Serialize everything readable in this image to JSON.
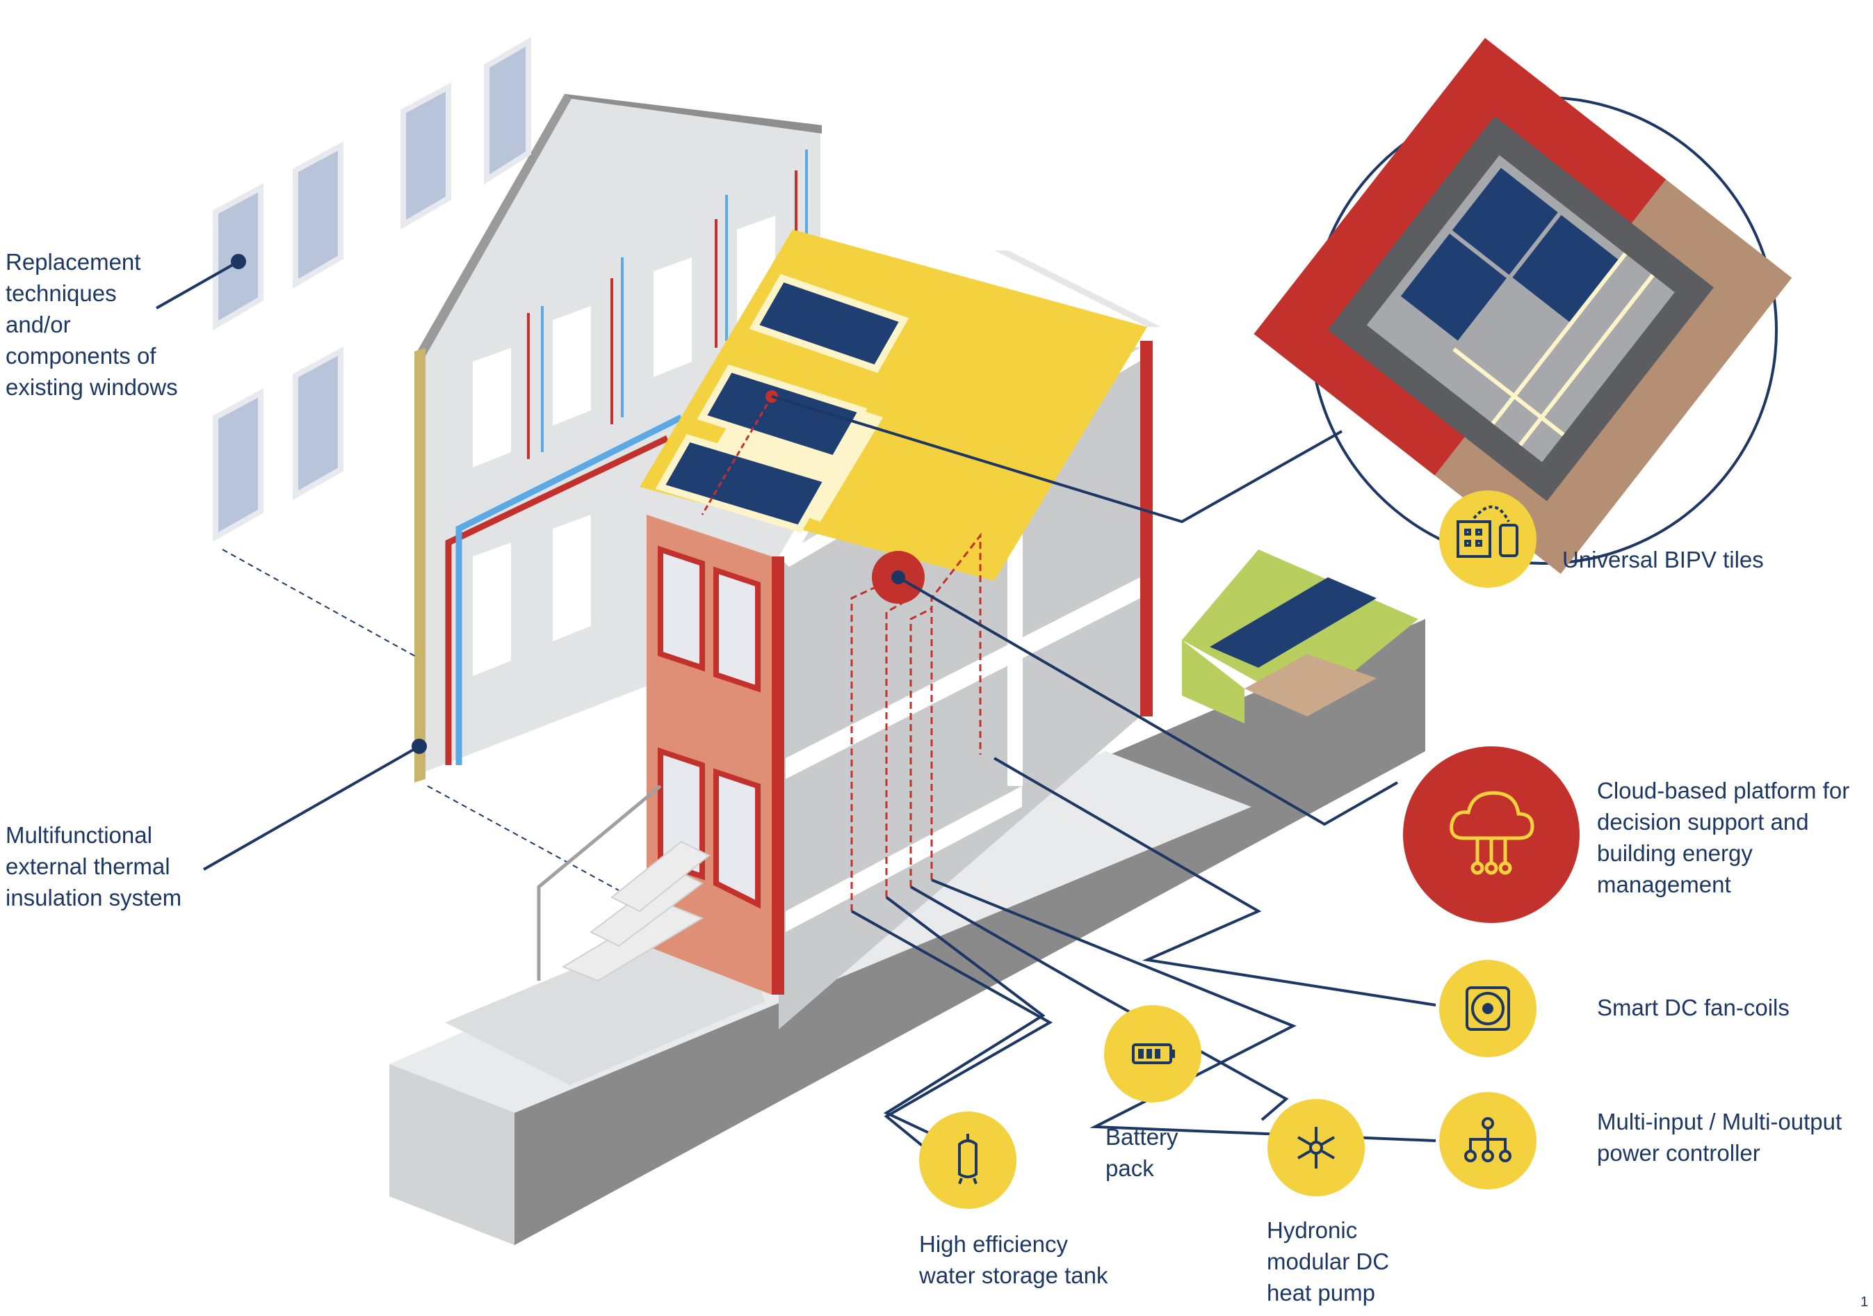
{
  "colors": {
    "navy": "#1c3763",
    "red": "#c2312b",
    "yellow": "#f4d23f",
    "panel": "#1f3f73",
    "brick": "#de8f75",
    "wall": "#e2e3e5",
    "window_glass": "#b7c4d9",
    "green": "#b8cf5f",
    "ground_top": "#d9d9d9",
    "ground_side": "#8a8a8a"
  },
  "labels": {
    "windows": "Replacement\ntechniques\nand/or\ncomponents of\nexisting windows",
    "insulation": "Multifunctional\nexternal thermal\ninsulation system",
    "bipv": "Universal BIPV tiles",
    "cloud": "Cloud-based platform for\ndecision support and\nbuilding energy\nmanagement",
    "fancoils": "Smart DC fan-coils",
    "controller": "Multi-input / Multi-output\npower controller",
    "battery": "Battery\npack",
    "heatpump": "Hydronic\nmodular DC\nheat pump",
    "tank": "High efficiency\nwater storage tank",
    "page_number": "1"
  },
  "icons": {
    "bipv": "building-smartphone-icon",
    "cloud": "cloud-network-icon",
    "fancoils": "fan-coil-icon",
    "controller": "hierarchy-tree-icon",
    "battery": "battery-icon",
    "heatpump": "snowflake-icon",
    "tank": "water-tank-icon"
  }
}
